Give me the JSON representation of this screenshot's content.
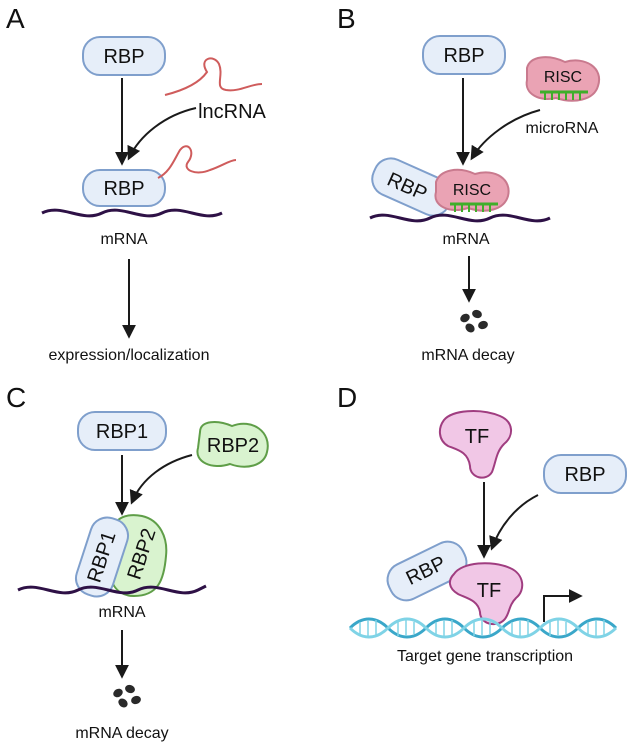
{
  "panels": {
    "a": {
      "letter": "A",
      "rbp": "RBP",
      "lncrna": "lncRNA",
      "bound_rbp": "RBP",
      "mrna": "mRNA",
      "outcome": "expression/localization"
    },
    "b": {
      "letter": "B",
      "rbp": "RBP",
      "risc": "RISC",
      "microrna": "microRNA",
      "bound_rbp": "RBP",
      "bound_risc": "RISC",
      "mrna": "mRNA",
      "outcome": "mRNA decay"
    },
    "c": {
      "letter": "C",
      "rbp1": "RBP1",
      "rbp2": "RBP2",
      "bound_rbp1": "RBP1",
      "bound_rbp2": "RBP2",
      "mrna": "mRNA",
      "outcome": "mRNA decay"
    },
    "d": {
      "letter": "D",
      "tf": "TF",
      "rbp": "RBP",
      "bound_rbp": "RBP",
      "bound_tf": "TF",
      "outcome": "Target gene transcription"
    }
  },
  "colors": {
    "rbp_fill": "#e6eef9",
    "rbp_stroke": "#7f9fcc",
    "risc_fill": "#eaa3b4",
    "risc_stroke": "#c97a8e",
    "rbp2_fill": "#d9f3cf",
    "rbp2_stroke": "#5f9e48",
    "tf_fill": "#f1c7e6",
    "tf_stroke": "#a03d80",
    "lncrna": "#cf5c5c",
    "mrna": "#2e1146",
    "microrna": "#3fae2a",
    "dna_a": "#3aa7c9",
    "dna_b": "#7fd3e6"
  },
  "icons": [
    "lncrna-strand-icon",
    "mrna-strand-icon",
    "microrna-comb-icon",
    "decay-fragments-icon",
    "dna-helix-icon",
    "tss-arrow-icon"
  ]
}
